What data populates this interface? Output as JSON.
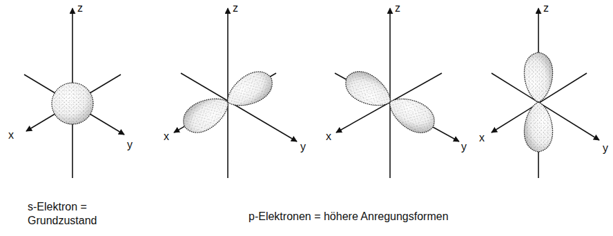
{
  "diagram": {
    "labels": [
      "z",
      "x",
      "y",
      "z",
      "x",
      "y",
      "z",
      "x",
      "y",
      "z",
      "x",
      "y",
      "s-Elektron = Grundzustand",
      "p-Elektronen = höhere Anregungsformen"
    ]
  }
}
